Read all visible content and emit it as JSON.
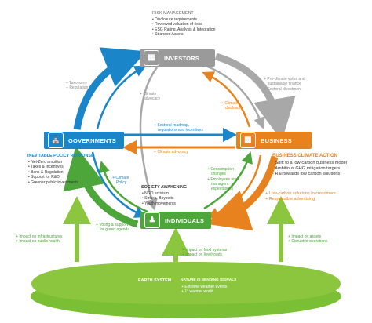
{
  "nodes": {
    "investors": "INVESTORS",
    "governments": "GOVERNMENTS",
    "business": "BUSINESS",
    "individuals": "INDIVIDUALS"
  },
  "risk_management": {
    "title": "RISK MANAGEMENT",
    "items": [
      "Disclosure requirements",
      "Reviewed valuation of risks",
      "ESG Rating, Analysis & Integration",
      "Stranded Assets"
    ]
  },
  "gov_to_investors": [
    "Taxonomy",
    "Regulation"
  ],
  "investors_to_individuals": [
    "Climate",
    "advocacy"
  ],
  "investors_to_business": [
    "Pro-climate votes and",
    "sustainable finance",
    "Sectoral divestment"
  ],
  "business_to_investors": [
    "Climate",
    "disclosure"
  ],
  "gov_to_business": [
    "Sectoral roadmap,",
    "regulations and incentives"
  ],
  "business_to_gov": "Climate advocacy",
  "inevitable_policy": {
    "title": "INEVITABLE POLICY RESPONSE",
    "items": [
      "Net-Zero ambition",
      "Taxes & Incentives",
      "Bans & Regulation",
      "Support for R&D",
      "Greener public investments"
    ]
  },
  "business_climate": {
    "title": "BUSINESS CLIMATE ACTION",
    "items": [
      "Shift to a low-carbon business model",
      "Ambitious GHG mitigation targets",
      "R&I towards low carbon solutions"
    ]
  },
  "gov_to_individuals": [
    "Climate",
    "Policy"
  ],
  "society": {
    "title": "SOCIETY AWAKENING",
    "items": [
      "NGO activism",
      "Strikes, Boycotts",
      "Youth movements"
    ]
  },
  "individuals_to_business": [
    "Consumption",
    "changes",
    "Employees and",
    "managers",
    "expectations"
  ],
  "business_to_individuals": [
    "Low-carbon solutions to customers",
    "Responsible advertising"
  ],
  "individuals_to_gov": [
    "Voting & support",
    "for green agenda"
  ],
  "earth_to_gov": [
    "Impact on infrastructures",
    "Impact on public health"
  ],
  "earth_to_individuals": [
    "Impact on food systems",
    "Impact on livelihoods"
  ],
  "earth_to_business": [
    "Impact on assets",
    "Disrupted operations"
  ],
  "earth": {
    "title": "EARTH SYSTEM",
    "signals_title": "NATURE IS SENDING SIGNALS",
    "signals": [
      "Extreme weather events",
      "1° warmer world"
    ]
  },
  "icons": {
    "investors": "calculator-icon",
    "governments": "government-building-icon",
    "business": "office-building-icon",
    "individuals": "people-icon"
  },
  "colors": {
    "investors": "#9a9a9a",
    "governments": "#1a85c8",
    "business": "#e8821e",
    "individuals": "#4ca63a",
    "earth": "#8cc63e"
  }
}
